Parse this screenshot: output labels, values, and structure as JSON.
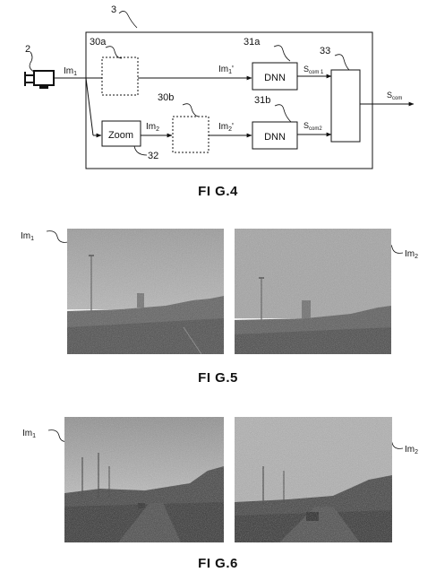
{
  "fig4": {
    "caption": "FI G.4",
    "ref_device": "3",
    "ref_camera": "2",
    "ref_preproc_a": "30a",
    "ref_preproc_b": "30b",
    "ref_dnn_a": "31a",
    "ref_dnn_b": "31b",
    "ref_zoom": "32",
    "ref_combiner": "33",
    "signal_im1": "Im",
    "signal_im1_sub": "1",
    "signal_im1p": "Im",
    "signal_im1p_sub": "1",
    "signal_im1p_prime": "'",
    "signal_im2": "Im",
    "signal_im2_sub": "2",
    "signal_im2p": "Im",
    "signal_im2p_sub": "2",
    "signal_im2p_prime": "'",
    "zoom_label": "Zoom",
    "dnn_a_label": "DNN",
    "dnn_b_label": "DNN",
    "scom1": "S",
    "scom1_sub": "com 1",
    "scom2": "S",
    "scom2_sub": "com2",
    "scom": "S",
    "scom_sub": "com"
  },
  "fig5": {
    "caption": "FI G.5",
    "label_left": "Im",
    "label_left_sub": "1",
    "label_right": "Im",
    "label_right_sub": "2"
  },
  "fig6": {
    "caption": "FI G.6",
    "label_left": "Im",
    "label_left_sub": "1",
    "label_right": "Im",
    "label_right_sub": "2"
  }
}
